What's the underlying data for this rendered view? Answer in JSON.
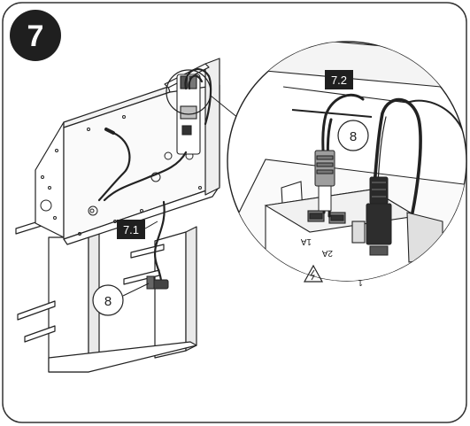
{
  "step": {
    "number": "7"
  },
  "callouts": {
    "label_7_1": "7.1",
    "label_7_2": "7.2",
    "circle_main": "8",
    "circle_zoom": "8"
  },
  "port_labels": {
    "port_a": "1A",
    "port_b": "2A",
    "port_c": "1"
  },
  "colors": {
    "ink": "#1a1a1a",
    "badge": "#1f1f1f",
    "badge_text": "#ffffff",
    "line": "#222222"
  },
  "icons": [
    "electrical-hazard-icon"
  ]
}
